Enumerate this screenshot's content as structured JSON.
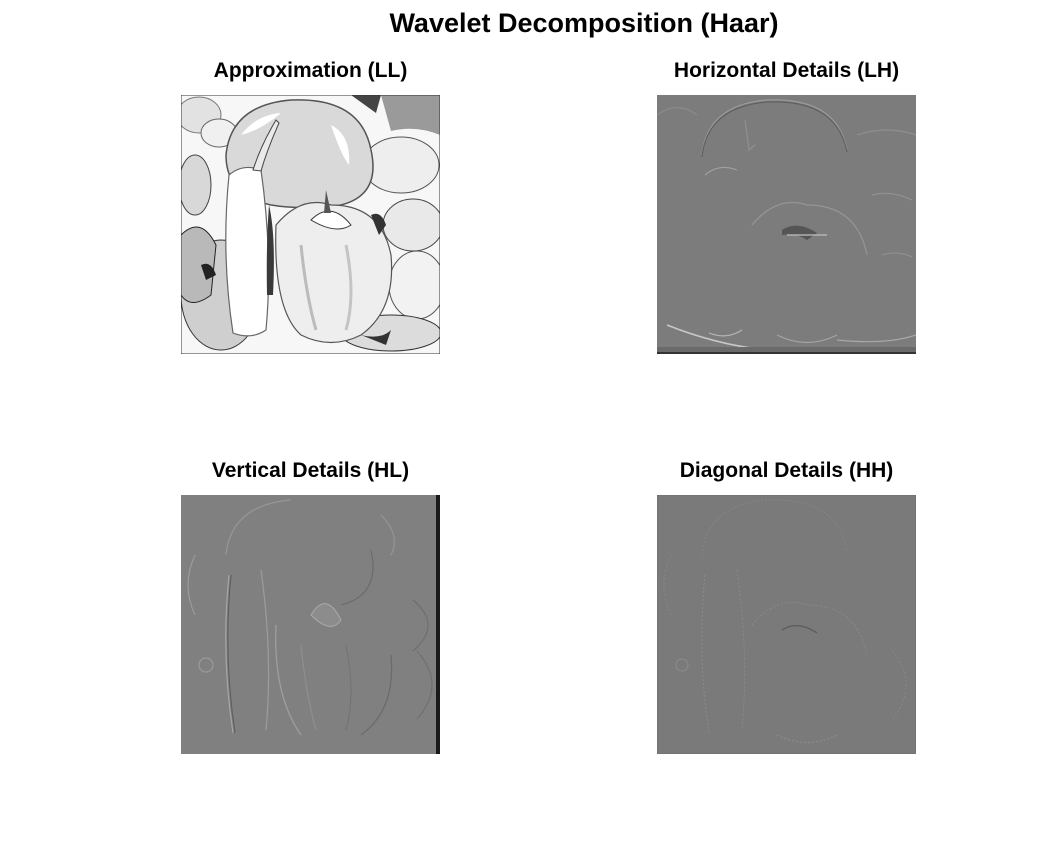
{
  "figure": {
    "title": "Wavelet Decomposition (Haar)"
  },
  "panels": [
    {
      "title": "Approximation (LL)",
      "image": "grayscale-peppers-approximation",
      "background": "#ffffff"
    },
    {
      "title": "Horizontal Details (LH)",
      "image": "grayscale-peppers-horizontal-edges",
      "background": "#7c7c7c"
    },
    {
      "title": "Vertical Details (HL)",
      "image": "grayscale-peppers-vertical-edges",
      "background": "#808080"
    },
    {
      "title": "Diagonal Details (HH)",
      "image": "grayscale-peppers-diagonal-edges",
      "background": "#7a7a7a"
    }
  ]
}
